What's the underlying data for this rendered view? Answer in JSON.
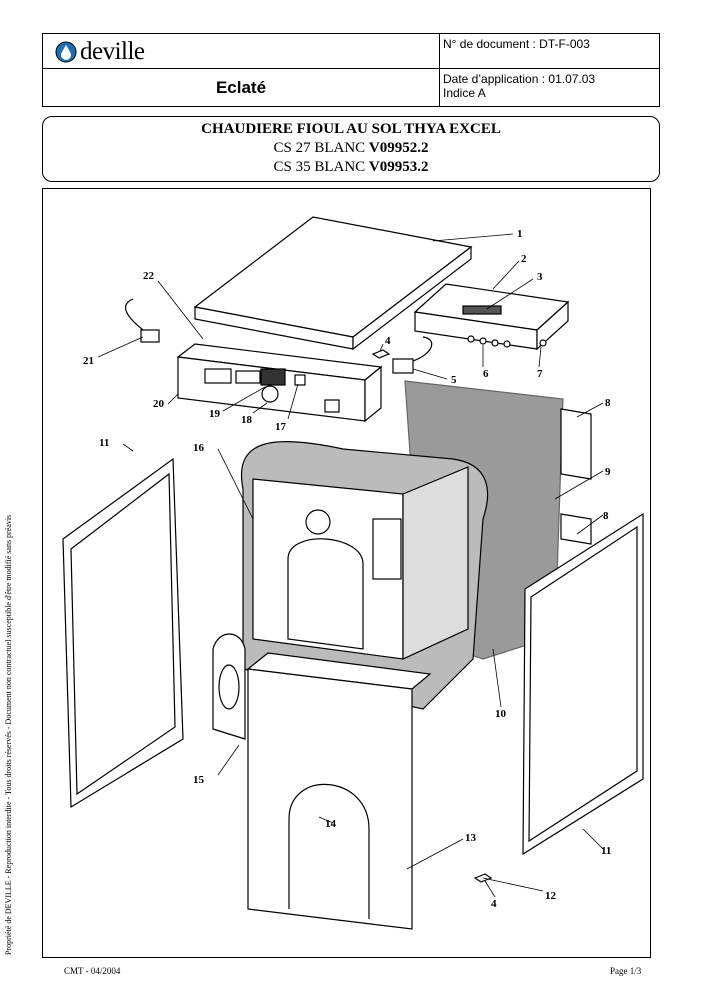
{
  "header": {
    "brand": "deville",
    "title": "Eclaté",
    "document_number": "N° de document : DT-F-003",
    "application_date": "Date d’application : 01.07.03",
    "index": "Indice A"
  },
  "title_block": {
    "line1": "CHAUDIERE FIOUL AU SOL THYA EXCEL",
    "line2_model": "CS 27 BLANC",
    "line2_ref": "V09952.2",
    "line3_model": "CS 35 BLANC",
    "line3_ref": "V09953.2"
  },
  "drawing": {
    "callouts": [
      "1",
      "2",
      "3",
      "4",
      "5",
      "6",
      "7",
      "8",
      "8",
      "9",
      "10",
      "11",
      "11",
      "12",
      "13",
      "14",
      "15",
      "16",
      "17",
      "18",
      "19",
      "20",
      "21",
      "22",
      "4"
    ]
  },
  "side_note": "Propriété de DEVILLE - Reproduction interdite - Tous droits réservés - Document non contractuel susceptible d'être modifié sans préavis",
  "footer": {
    "left": "CMT - 04/2004",
    "right": "Page 1/3"
  },
  "colors": {
    "brand_blue": "#1c6fb5",
    "line": "#000000",
    "insulation": "#9a9a9a"
  }
}
